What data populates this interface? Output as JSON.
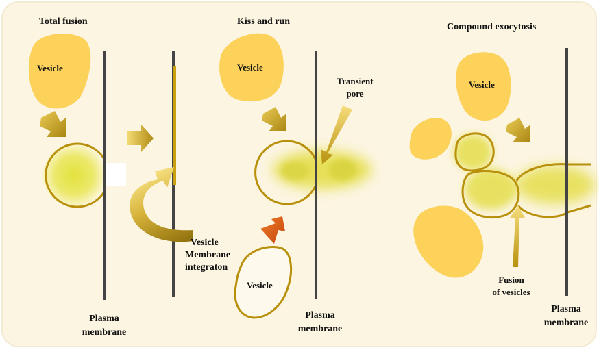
{
  "panels": {
    "total_fusion": {
      "title": "Total fusion",
      "vesicle_label": "Vesicle",
      "plasma_label_line1": "Plasma",
      "plasma_label_line2": "membrane",
      "integration_label_line1": "Vesicle",
      "integration_label_line2": "Membrane",
      "integration_label_line3": "integraton"
    },
    "kiss_and_run": {
      "title": "Kiss and run",
      "vesicle_label": "Vesicle",
      "pore_label_line1": "Transient",
      "pore_label_line2": "pore",
      "released_vesicle_label": "Vesicle",
      "plasma_label_line1": "Plasma",
      "plasma_label_line2": "membrane"
    },
    "compound_exocytosis": {
      "title": "Compound exocytosis",
      "vesicle_label": "Vesicle",
      "fusion_label_line1": "Fusion",
      "fusion_label_line2": "of vesicles",
      "plasma_label_line1": "Plasma",
      "plasma_label_line2": "membrane"
    }
  },
  "colors": {
    "background": "#fcf5e2",
    "vesicle_fill": "#fcd25b",
    "vesicle_outline": "#b8900b",
    "content": "#e8e34a",
    "membrane": "#444444",
    "arrow_gold": "#d8b43a",
    "arrow_orange": "#e2661c"
  }
}
